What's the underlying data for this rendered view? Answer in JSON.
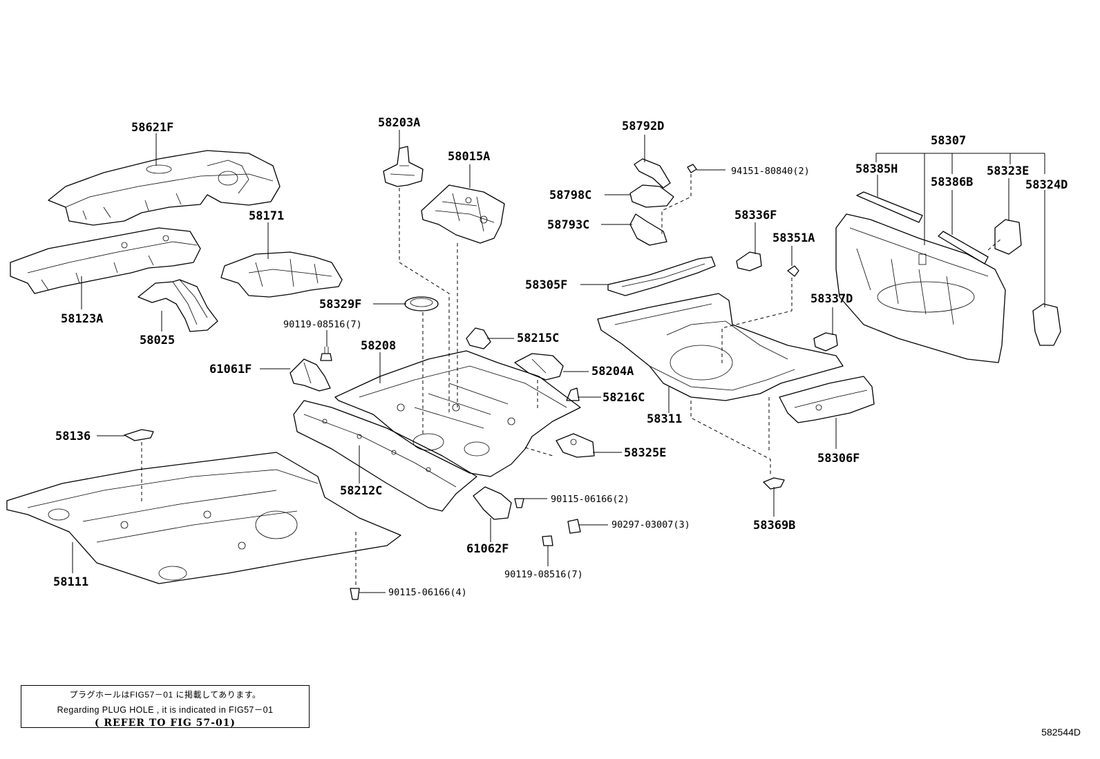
{
  "parts": {
    "p58621F": "58621F",
    "p58123A": "58123A",
    "p58025": "58025",
    "p58171": "58171",
    "p58203A": "58203A",
    "p58015A": "58015A",
    "p58329F": "58329F",
    "p90119_a": "90119-08516(7)",
    "p61061F": "61061F",
    "p58208": "58208",
    "p58215C": "58215C",
    "p58204A": "58204A",
    "p58216C": "58216C",
    "p58136": "58136",
    "p58212C": "58212C",
    "p58325E": "58325E",
    "p90115_a": "90115-06166(2)",
    "p90297": "90297-03007(3)",
    "p61062F": "61062F",
    "p90119_b": "90119-08516(7)",
    "p58111": "58111",
    "p90115_b": "90115-06166(4)",
    "p58792D": "58792D",
    "p94151": "94151-80840(2)",
    "p58798C": "58798C",
    "p58793C": "58793C",
    "p58305F": "58305F",
    "p58336F": "58336F",
    "p58351A": "58351A",
    "p58337D": "58337D",
    "p58311": "58311",
    "p58306F": "58306F",
    "p58369B": "58369B",
    "p58307": "58307",
    "p58385H": "58385H",
    "p58386B": "58386B",
    "p58323E": "58323E",
    "p58324D": "58324D"
  },
  "note": {
    "line1": "プラグホールはFIG57－01 に掲載してあります。",
    "line2": "Regarding  PLUG HOLE , it is  indicated  in  FIG57－01",
    "line3": "( REFER TO FIG 57-01)"
  },
  "catalog_id": "582544D"
}
